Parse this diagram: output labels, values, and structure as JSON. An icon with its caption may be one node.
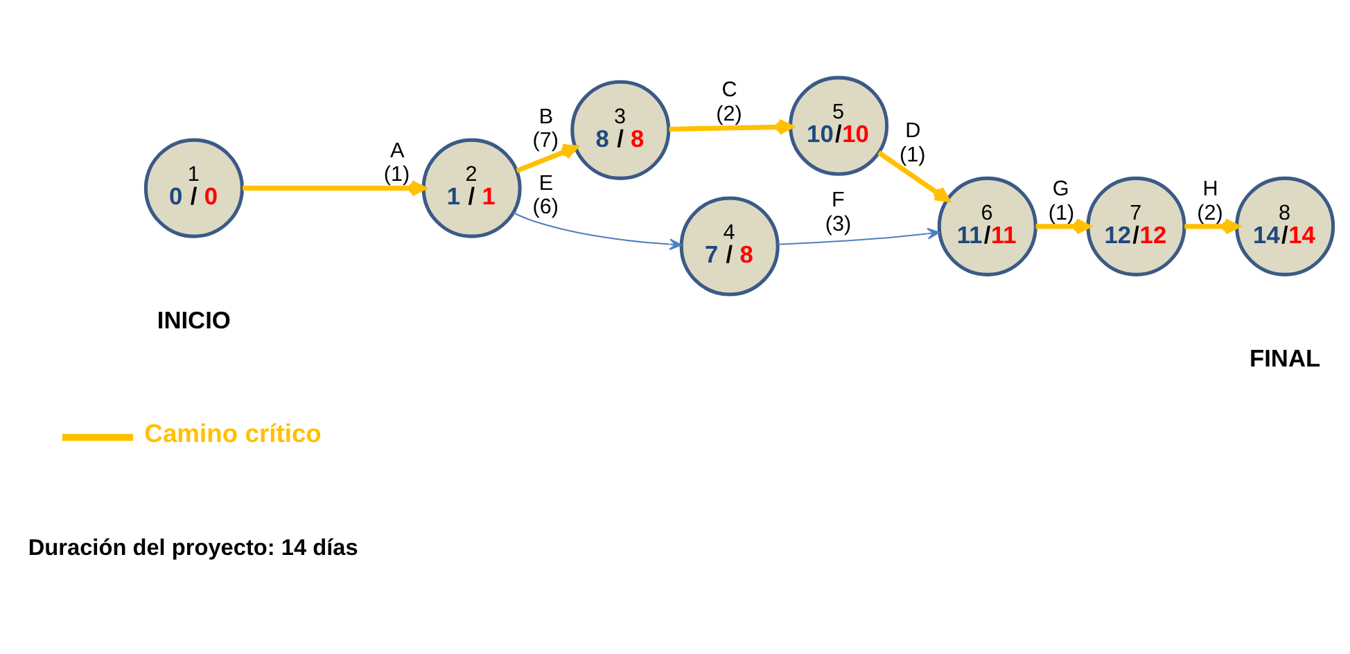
{
  "diagram": {
    "nodes": [
      {
        "text": [
          "1",
          "0 / 0"
        ],
        "beside": [
          "INICIO"
        ]
      },
      {
        "text": [
          "2",
          "1 / 1"
        ]
      },
      {
        "text": [
          "3",
          "8 / 8"
        ]
      },
      {
        "text": [
          "4",
          "7 / 8"
        ]
      },
      {
        "text": [
          "5",
          "10/10"
        ]
      },
      {
        "text": [
          "6",
          "11/11"
        ]
      },
      {
        "text": [
          "7",
          "12/12"
        ]
      },
      {
        "text": [
          "8",
          "14/14"
        ],
        "beside": [
          "FINAL"
        ]
      }
    ],
    "edges": [
      {
        "from": 0,
        "to": 1,
        "arrow": "to",
        "label": "A (1)"
      },
      {
        "from": 1,
        "to": 2,
        "arrow": "to",
        "label": "B (7)"
      },
      {
        "from": 1,
        "to": 3,
        "arrow": "to",
        "label": "E (6)",
        "color": "#4f81bd"
      },
      {
        "from": 2,
        "to": 4,
        "arrow": "to",
        "label": "C (2)"
      },
      {
        "from": 4,
        "to": 5,
        "arrow": "to",
        "label": "D (1)"
      },
      {
        "from": 3,
        "to": 5,
        "arrow": "to",
        "label": "F (3)",
        "color": "#4f81bd"
      },
      {
        "from": 5,
        "to": 6,
        "arrow": "to",
        "label": "G (1)"
      },
      {
        "from": 6,
        "to": 7,
        "arrow": "to",
        "label": "H (2)"
      }
    ],
    "labels": [
      "Duración del proyecto: 14 días"
    ],
    "legend": [
      {
        "text": "Camino crítico"
      }
    ]
  }
}
